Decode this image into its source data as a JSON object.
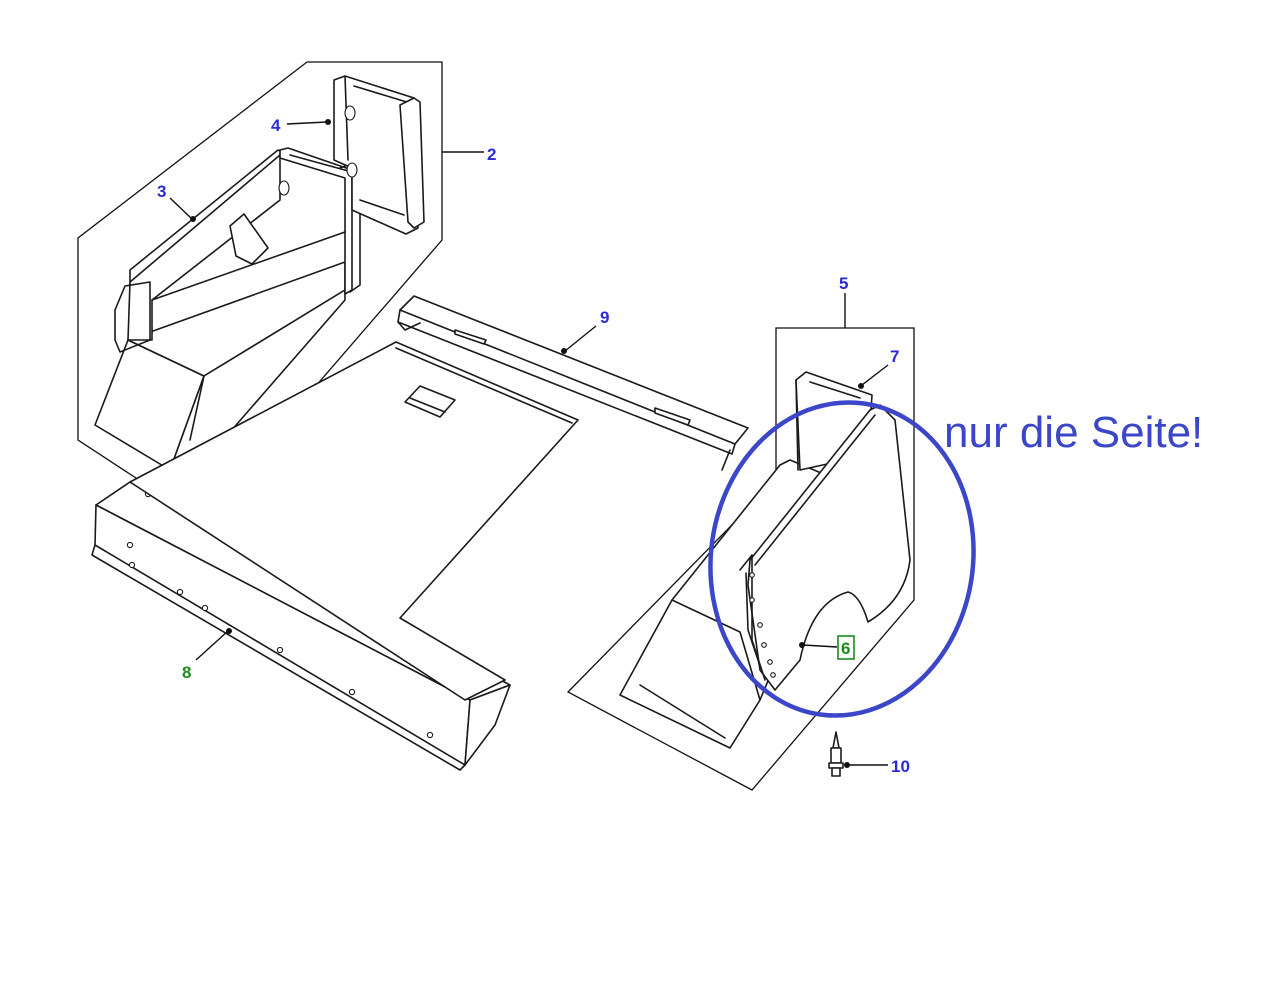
{
  "colors": {
    "callout_blue": "#2b2bd6",
    "callout_green": "#1d8a1d",
    "annotation_blue": "#3c46c8",
    "line": "#1a1a1a"
  },
  "callouts": [
    {
      "id": "2",
      "label": "2",
      "color": "blue"
    },
    {
      "id": "3",
      "label": "3",
      "color": "blue"
    },
    {
      "id": "4",
      "label": "4",
      "color": "blue"
    },
    {
      "id": "5",
      "label": "5",
      "color": "blue"
    },
    {
      "id": "6",
      "label": "6",
      "color": "green",
      "highlighted": true
    },
    {
      "id": "7",
      "label": "7",
      "color": "blue"
    },
    {
      "id": "8",
      "label": "8",
      "color": "green"
    },
    {
      "id": "9",
      "label": "9",
      "color": "blue"
    },
    {
      "id": "10",
      "label": "10",
      "color": "blue"
    }
  ],
  "annotation": {
    "text": "nur die Seite!",
    "shape": "ellipse",
    "encircles": "6"
  }
}
